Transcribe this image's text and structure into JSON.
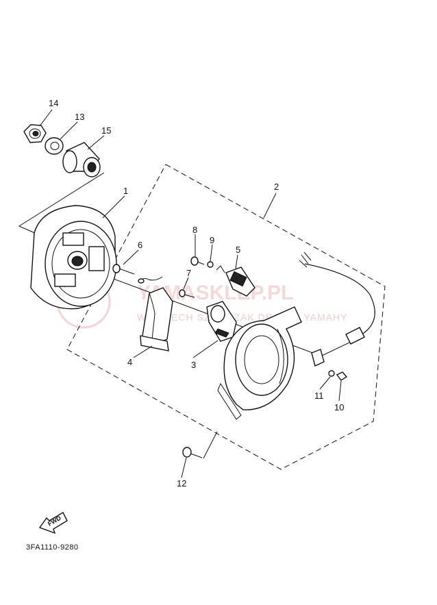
{
  "diagram_code": "3FA1110-9280",
  "fwd_label": "FWD",
  "watermark": {
    "brand": "YAMASKLEP.PL",
    "dealer": "WOJCIECH SZYMCZAK DEALER YAMAHY"
  },
  "callouts": {
    "c1": "1",
    "c2": "2",
    "c3": "3",
    "c4": "4",
    "c5": "5",
    "c6": "6",
    "c7": "7",
    "c8": "8",
    "c9": "9",
    "c10": "10",
    "c11": "11",
    "c12": "12",
    "c13": "13",
    "c14": "14",
    "c15": "15"
  }
}
